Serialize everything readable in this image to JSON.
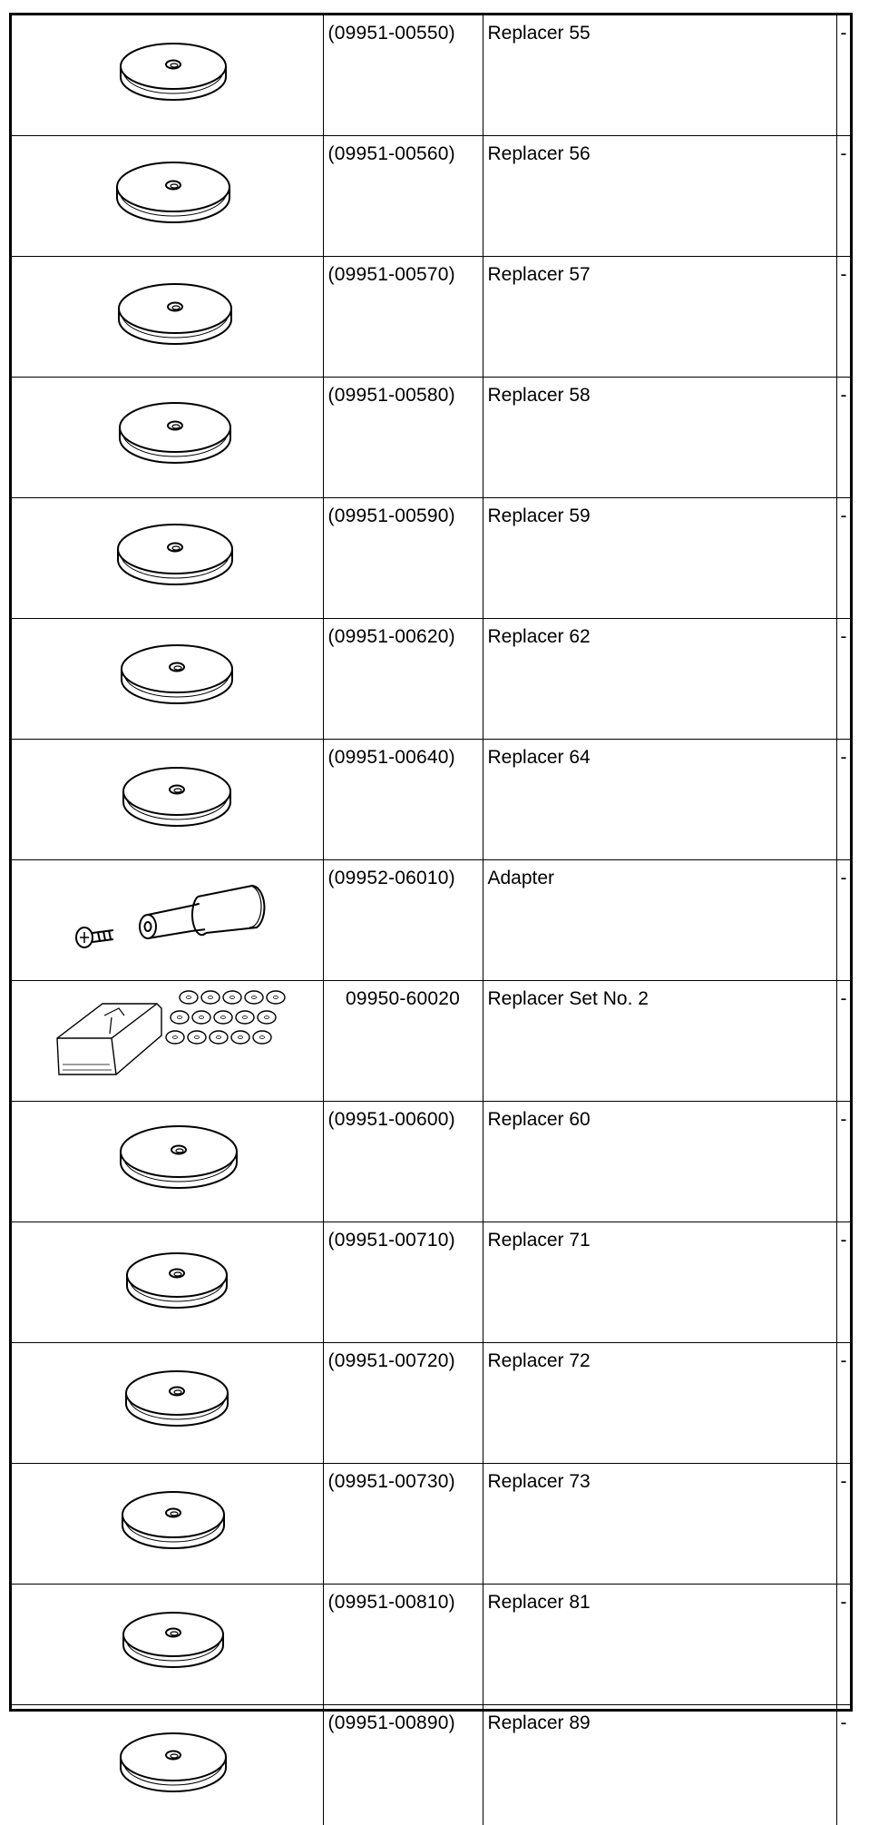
{
  "rows": [
    {
      "part_number": "(09951-00550)",
      "name": "Replacer 55",
      "mark": "-",
      "icon": "replacer-disc-icon"
    },
    {
      "part_number": "(09951-00560)",
      "name": "Replacer 56",
      "mark": "-",
      "icon": "replacer-disc-icon"
    },
    {
      "part_number": "(09951-00570)",
      "name": "Replacer 57",
      "mark": "-",
      "icon": "replacer-disc-icon"
    },
    {
      "part_number": "(09951-00580)",
      "name": "Replacer 58",
      "mark": "-",
      "icon": "replacer-disc-icon"
    },
    {
      "part_number": "(09951-00590)",
      "name": "Replacer 59",
      "mark": "-",
      "icon": "replacer-disc-icon"
    },
    {
      "part_number": "(09951-00620)",
      "name": "Replacer 62",
      "mark": "-",
      "icon": "replacer-disc-icon"
    },
    {
      "part_number": "(09951-00640)",
      "name": "Replacer 64",
      "mark": "-",
      "icon": "replacer-disc-icon"
    },
    {
      "part_number": "(09952-06010)",
      "name": "Adapter",
      "mark": "-",
      "icon": "adapter-icon"
    },
    {
      "part_number": "09950-60020",
      "name": "Replacer Set No. 2",
      "mark": "-",
      "icon": "replacer-set-icon"
    },
    {
      "part_number": "(09951-00600)",
      "name": "Replacer 60",
      "mark": "-",
      "icon": "replacer-disc-icon"
    },
    {
      "part_number": "(09951-00710)",
      "name": "Replacer 71",
      "mark": "-",
      "icon": "replacer-disc-icon"
    },
    {
      "part_number": "(09951-00720)",
      "name": "Replacer 72",
      "mark": "-",
      "icon": "replacer-disc-icon"
    },
    {
      "part_number": "(09951-00730)",
      "name": "Replacer 73",
      "mark": "-",
      "icon": "replacer-disc-icon"
    },
    {
      "part_number": "(09951-00810)",
      "name": "Replacer 81",
      "mark": "-",
      "icon": "replacer-disc-icon"
    },
    {
      "part_number": "(09951-00890)",
      "name": "Replacer 89",
      "mark": "-",
      "icon": "replacer-disc-icon"
    }
  ],
  "colors": {
    "line": "#000000",
    "background": "#ffffff"
  }
}
